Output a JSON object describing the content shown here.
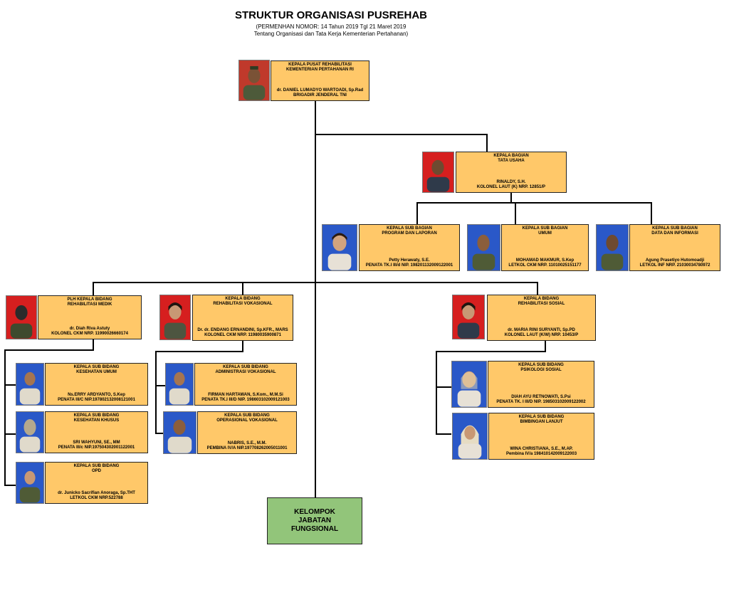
{
  "header": {
    "title": "STRUKTUR ORGANISASI PUSREHAB",
    "line1": "(PERMENHAN NOMOR: 14 Tahun 2019 Tgl 21 Maret 2019",
    "line2": "Tentang Organisasi dan Tata Kerja Kementerian Pertahanan)"
  },
  "colors": {
    "box": "#ffc869",
    "green": "#92c57a",
    "photo_red": "#d61f1f",
    "photo_blue": "#2a58c8"
  },
  "nodes": {
    "kapusrehab": {
      "title1": "KEPALA PUSAT REHABILITASI",
      "title2": "KEMENTERIAN PERTAHANAN RI",
      "name": "dr. DANIEL LUMADYO WARTOADI, Sp.Rad",
      "rank": "BRIGADIR JENDERAL TNI"
    },
    "kabag_tu": {
      "title1": "KEPALA BAGIAN",
      "title2": "TATA USAHA",
      "name": "RINALDY, S.H.",
      "rank": "KOLONEL LAUT (K) NRP. 12851/P"
    },
    "kasubbag_program": {
      "title1": "KEPALA SUB BAGIAN",
      "title2": "PROGRAM DAN LAPORAN",
      "name": "Petty Herawaty, S.E.",
      "rank": "PENATA TK.I III/d NIP. 198201132009122001"
    },
    "kasubbag_umum": {
      "title1": "KEPALA SUB BAGIAN",
      "title2": "UMUM",
      "name": "MOHAMAD MAKMUR, S.Kep",
      "rank": "LETKOL CKM NRP. 11010025151177"
    },
    "kasubbag_data": {
      "title1": "KEPALA SUB BAGIAN",
      "title2": "DATA DAN INFORMASI",
      "name": "Agung Prasetiyo Hutomoadji",
      "rank": "LETKOL INF NRP. 21030034780972"
    },
    "kabid_medik": {
      "title1": "PLH KEPALA BIDANG",
      "title2": "REHABILITASI MEDIK",
      "name": "dr. Diah Riva Astuty",
      "rank": "KOLONEL CKM NRP. 11990026660174"
    },
    "kabid_vokasional": {
      "title1": "KEPALA BIDANG",
      "title2": "REHABILITASI VOKASIONAL",
      "name": "Dr. dr. ENDANG ERNANDINI, Sp.KFR., MARS",
      "rank": "KOLONEL CKM NRP. 11980035900871"
    },
    "kabid_sosial": {
      "title1": "KEPALA BIDANG",
      "title2": "REHABILITASI SOSIAL",
      "name": "dr. MARIA RINI SURYANTI, Sp.PD",
      "rank": "KOLONEL LAUT (K/W) NRP. 10453/P"
    },
    "kasubbid_kesum": {
      "title1": "KEPALA SUB BIDANG",
      "title2": "KESEHATAN UMUM",
      "name": "Ns.ERRY ARDYANTO, S.Kep",
      "rank": "PENATA III/C NIP.197802132008121001"
    },
    "kasubbid_kessus": {
      "title1": "KEPALA SUB BIDANG",
      "title2": "KESEHATAN KHUSUS",
      "name": "SRI WAHYUNI, SE., MM",
      "rank": "PENATA III/c NIP.197504302001122001"
    },
    "kasubbid_opd": {
      "title1": "KEPALA SUB BIDANG",
      "title2": "OPD",
      "name": "dr. Junicko Sacrifian Anoraga, Sp.THT",
      "rank": "LETKOL CKM NRP.522788"
    },
    "kasubbid_adm": {
      "title1": "KEPALA SUB BIDANG",
      "title2": "ADMINISTRASI VOKASIONAL",
      "name": "FIRMAN HARTAWAN, S.Kom., M.M.Si",
      "rank": "PENATA TK.I III/D NIP. 198603102009121003"
    },
    "kasubbid_ops": {
      "title1": "KEPALA SUB BIDANG",
      "title2": "OPERASIONAL VOKASIONAL",
      "name": "NABRIS, S.E., M.M.",
      "rank": "PEMBINA IV/A NIP.197708262005011001"
    },
    "kasubbid_psi": {
      "title1": "KEPALA SUB BIDANG",
      "title2": "PSIKOLOGI SOSIAL",
      "name": "DIAH AYU RETNOWATI, S.Psi",
      "rank": "PENATA TK. I III/D NIP. 198503102009122002"
    },
    "kasubbid_bimbingan": {
      "title1": "KEPALA SUB BIDANG",
      "title2": "BIMBINGAN LANJUT",
      "name": "WINA CHRISTIANA, S.E., M.AP.",
      "rank": "Pembina IV/a 198410142009122003"
    }
  },
  "fungsional": {
    "line1": "KELOMPOK",
    "line2": "JABATAN",
    "line3": "FUNGSIONAL"
  },
  "photo_icons": "person-portrait-icon"
}
